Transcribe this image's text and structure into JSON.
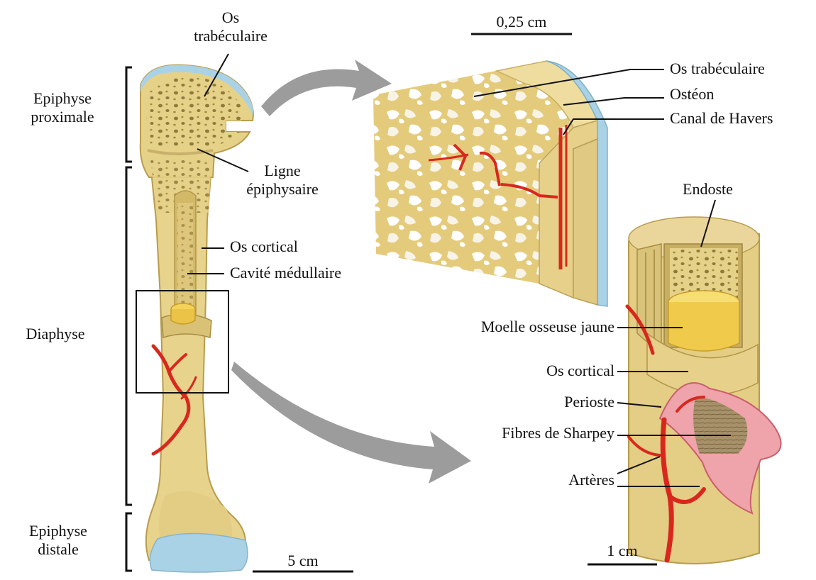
{
  "regions": {
    "epiphyse_proximale": [
      "Epiphyse",
      "proximale"
    ],
    "diaphyse": "Diaphyse",
    "epiphyse_distale": [
      "Epiphyse",
      "distale"
    ]
  },
  "long_bone": {
    "os_trabeculaire": [
      "Os",
      "trabéculaire"
    ],
    "ligne_epiphysaire": [
      "Ligne",
      "épiphysaire"
    ],
    "os_cortical": "Os cortical",
    "cavite_medullaire": "Cavité médullaire",
    "scale": "5 cm"
  },
  "trabecular_detail": {
    "scale": "0,25 cm",
    "os_trabeculaire": "Os trabéculaire",
    "osteon": "Ostéon",
    "canal_havers": "Canal de Havers"
  },
  "diaphysis_detail": {
    "endoste": "Endoste",
    "moelle": "Moelle osseuse jaune",
    "os_cortical": "Os cortical",
    "perioste": "Perioste",
    "fibres": "Fibres de Sharpey",
    "arteres": "Artères",
    "scale": "1 cm"
  },
  "colors": {
    "bone": "#E9D58E",
    "bone_shade": "#C9AE5C",
    "cartilage": "#A9D2E6",
    "artery": "#D8281E",
    "periosteum": "#E98C94",
    "arrow": "#9C9C9C"
  }
}
